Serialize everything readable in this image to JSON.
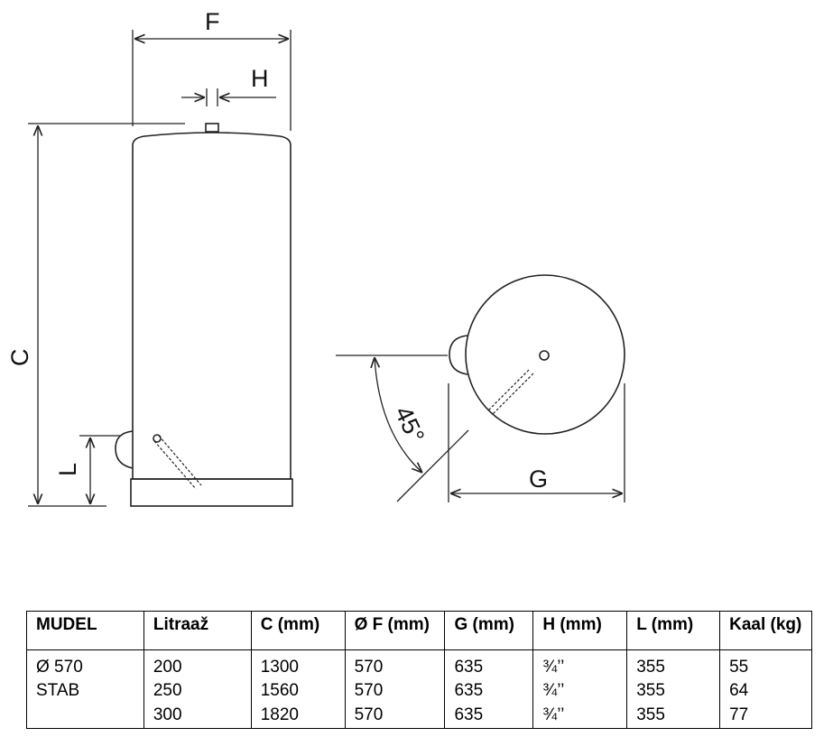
{
  "diagram": {
    "labels": {
      "F": "F",
      "H": "H",
      "C": "C",
      "L": "L",
      "angle": "45°",
      "G": "G"
    }
  },
  "table": {
    "headers": [
      "MUDEL",
      "Litraaž",
      "C (mm)",
      "Ø F (mm)",
      "G (mm)",
      "H (mm)",
      "L (mm)",
      "Kaal (kg)"
    ],
    "rows": [
      [
        "Ø 570",
        "200",
        "1300",
        "570",
        "635",
        "¾’’",
        "355",
        "55"
      ],
      [
        "STAB",
        "250",
        "1560",
        "570",
        "635",
        "¾’’",
        "355",
        "64"
      ],
      [
        "",
        "300",
        "1820",
        "570",
        "635",
        "¾’’",
        "355",
        "77"
      ]
    ]
  }
}
